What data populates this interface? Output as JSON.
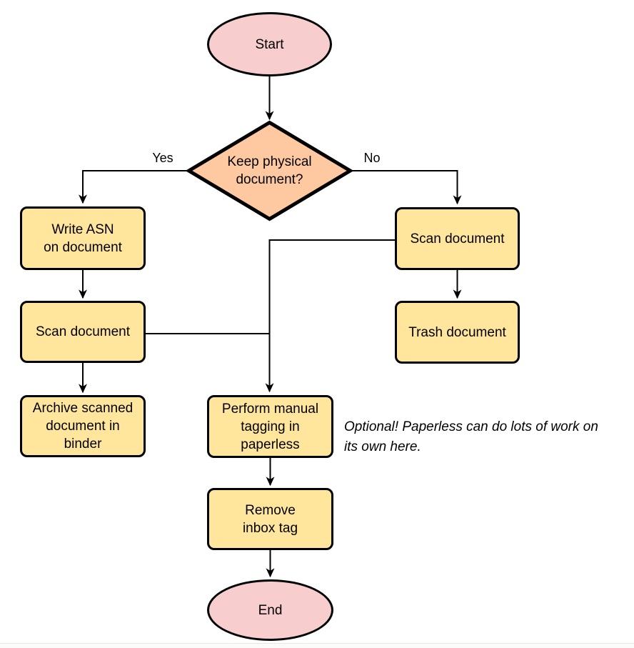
{
  "diagram": {
    "kind": "flowchart",
    "colors": {
      "terminal_fill": "#f8cdce",
      "decision_fill": "#fec9a0",
      "process_fill": "#ffe69c",
      "stroke": "#000000",
      "background": "#ffffff"
    },
    "nodes": {
      "start": {
        "type": "terminal",
        "label": "Start"
      },
      "decision": {
        "type": "decision",
        "label": "Keep physical\ndocument?"
      },
      "write_asn": {
        "type": "process",
        "label": "Write ASN\non document"
      },
      "scan_left": {
        "type": "process",
        "label": "Scan document"
      },
      "archive": {
        "type": "process",
        "label": "Archive scanned\ndocument in\nbinder"
      },
      "scan_right": {
        "type": "process",
        "label": "Scan document"
      },
      "trash": {
        "type": "process",
        "label": "Trash document"
      },
      "tagging": {
        "type": "process",
        "label": "Perform manual\ntagging in\npaperless"
      },
      "remove_tag": {
        "type": "process",
        "label": "Remove\ninbox tag"
      },
      "end": {
        "type": "terminal",
        "label": "End"
      }
    },
    "edge_labels": {
      "yes": "Yes",
      "no": "No"
    },
    "note": "Optional! Paperless can do lots of work on\nits own here."
  }
}
